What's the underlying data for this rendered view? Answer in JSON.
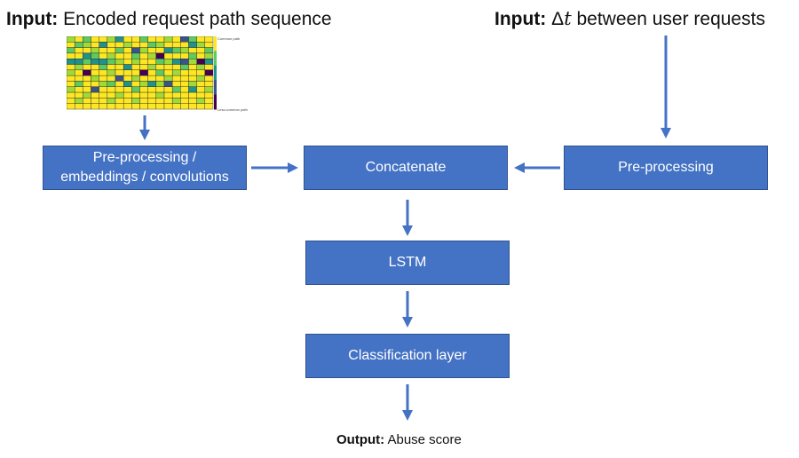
{
  "inputs": {
    "left": {
      "bold": "Input:",
      "text": "Encoded request path sequence"
    },
    "right": {
      "bold": "Input:",
      "delta": "Δ",
      "var": "t",
      "text": "between user requests"
    }
  },
  "heatmap": {
    "top_label": "Common path",
    "bottom_label": "Less common path",
    "palette": [
      "#440154",
      "#3b528b",
      "#21918c",
      "#5ec962",
      "#9fda3a",
      "#fde725"
    ],
    "rows": [
      [
        4,
        5,
        3,
        5,
        5,
        4,
        2,
        5,
        5,
        3,
        5,
        5,
        4,
        5,
        1,
        3,
        5,
        5
      ],
      [
        5,
        3,
        4,
        5,
        2,
        5,
        5,
        4,
        5,
        5,
        3,
        4,
        5,
        5,
        5,
        2,
        4,
        5
      ],
      [
        3,
        5,
        5,
        4,
        5,
        5,
        3,
        5,
        1,
        4,
        5,
        5,
        2,
        3,
        4,
        5,
        5,
        3
      ],
      [
        5,
        5,
        2,
        3,
        5,
        4,
        5,
        5,
        3,
        5,
        4,
        0,
        5,
        5,
        5,
        3,
        5,
        4
      ],
      [
        2,
        2,
        3,
        2,
        2,
        3,
        4,
        5,
        4,
        5,
        5,
        3,
        4,
        2,
        1,
        4,
        0,
        2
      ],
      [
        5,
        4,
        5,
        5,
        3,
        5,
        5,
        2,
        5,
        5,
        4,
        5,
        5,
        5,
        3,
        5,
        4,
        5
      ],
      [
        4,
        5,
        0,
        5,
        5,
        4,
        5,
        5,
        5,
        0,
        5,
        3,
        5,
        4,
        5,
        5,
        5,
        0
      ],
      [
        5,
        5,
        5,
        4,
        5,
        5,
        1,
        5,
        4,
        5,
        5,
        5,
        4,
        5,
        5,
        5,
        4,
        5
      ],
      [
        5,
        3,
        5,
        5,
        4,
        3,
        5,
        2,
        5,
        4,
        2,
        4,
        1,
        5,
        5,
        4,
        5,
        5
      ],
      [
        4,
        5,
        5,
        1,
        5,
        5,
        5,
        5,
        3,
        5,
        5,
        5,
        5,
        3,
        5,
        2,
        5,
        4
      ],
      [
        5,
        5,
        4,
        5,
        5,
        5,
        4,
        5,
        5,
        5,
        5,
        4,
        5,
        5,
        5,
        5,
        5,
        5
      ],
      [
        5,
        4,
        5,
        5,
        5,
        4,
        5,
        5,
        4,
        5,
        5,
        5,
        5,
        4,
        5,
        5,
        4,
        5
      ],
      [
        5,
        5,
        5,
        5,
        5,
        5,
        5,
        5,
        5,
        5,
        5,
        5,
        5,
        5,
        5,
        5,
        5,
        5
      ]
    ],
    "colorbar": [
      "#fde725",
      "#5ec962",
      "#21918c",
      "#3b528b",
      "#440154"
    ]
  },
  "boxes": {
    "preprocess_left": "Pre-processing /\nembeddings / convolutions",
    "concatenate": "Concatenate",
    "preprocess_right": "Pre-processing",
    "lstm": "LSTM",
    "classification": "Classification layer"
  },
  "output": {
    "bold": "Output:",
    "text": "Abuse score"
  },
  "colors": {
    "box_fill": "#4472c4",
    "box_border": "#2f528f",
    "arrow": "#4472c4"
  }
}
